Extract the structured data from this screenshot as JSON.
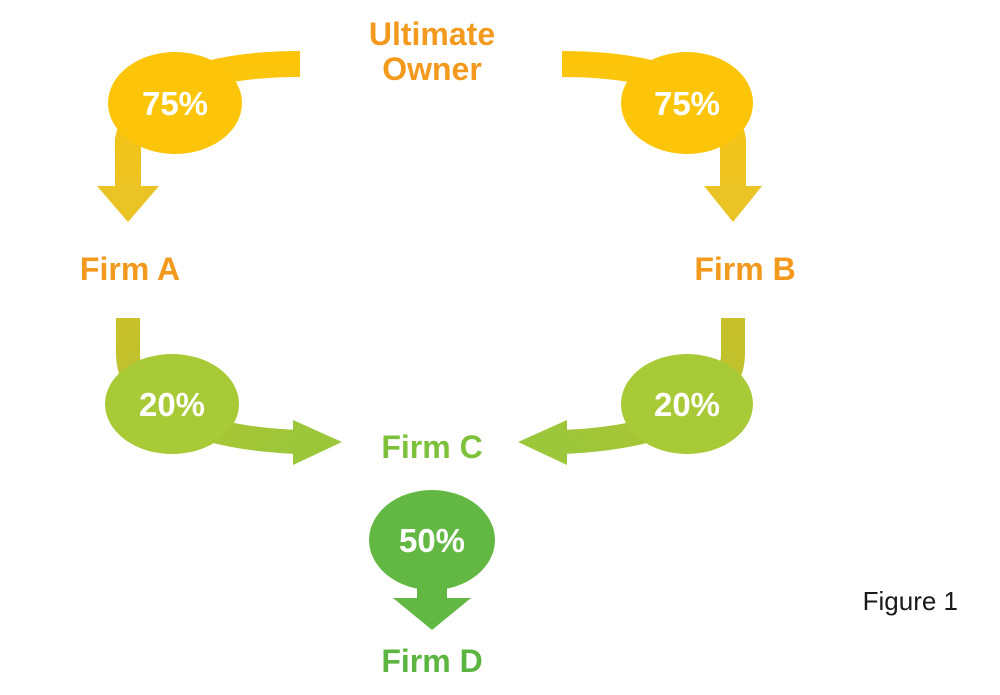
{
  "nodes": {
    "owner": {
      "line1": "Ultimate",
      "line2": "Owner"
    },
    "firm_a": "Firm A",
    "firm_b": "Firm B",
    "firm_c": "Firm C",
    "firm_d": "Firm D"
  },
  "edges": {
    "owner_to_a": "75%",
    "owner_to_b": "75%",
    "a_to_c": "20%",
    "b_to_c": "20%",
    "c_to_d": "50%"
  },
  "caption": "Figure 1",
  "colors": {
    "orange_text": "#f39a1e",
    "green_text": "#7dc13a",
    "dark_green_text": "#5cb541",
    "yellow": "#fcc50a",
    "lime": "#a9ca35",
    "green": "#63b844"
  }
}
